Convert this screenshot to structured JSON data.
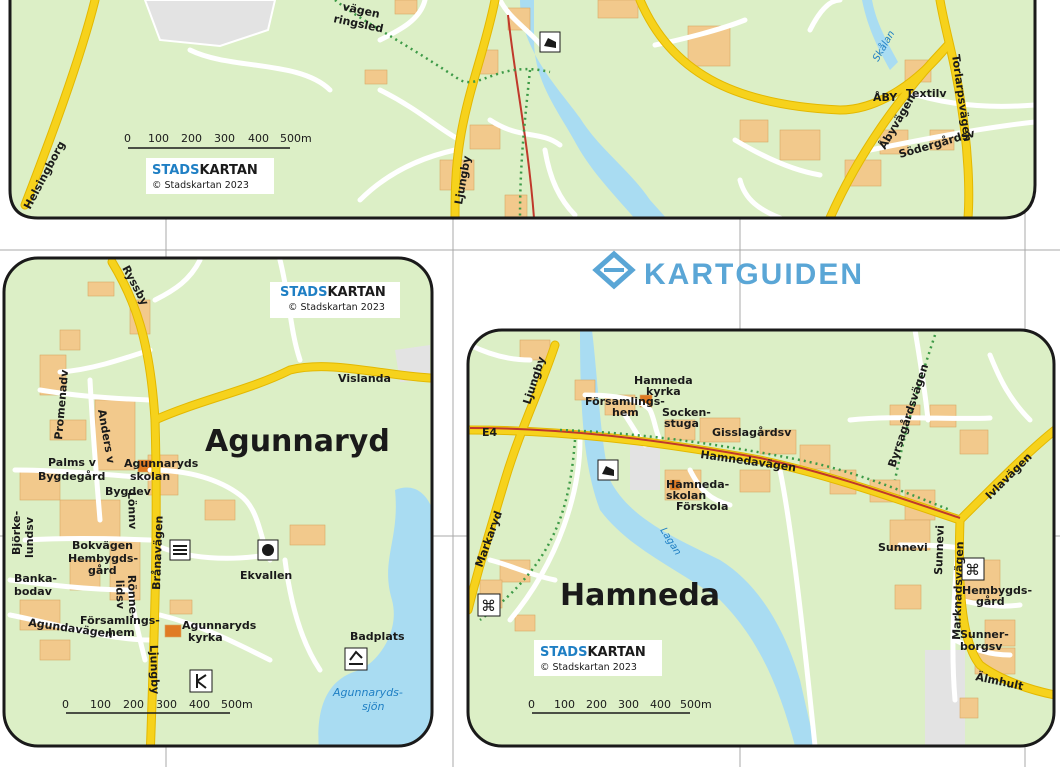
{
  "brand": {
    "name": "KARTGUIDEN",
    "color": "#5aa6d6"
  },
  "colors": {
    "land": "#dcefc6",
    "road_major": "#f6d21c",
    "road_minor": "#ffffff",
    "building": "#f2c98c",
    "water": "#a9dcf2",
    "rail": "#c0392b",
    "trail": "#3d9a47",
    "frame": "#1a1a1a"
  },
  "stadskartan": {
    "brand_a": "STADS",
    "brand_b": "KARTAN",
    "copyright": "© Stadskartan 2023"
  },
  "scalebar": {
    "ticks": [
      "0",
      "100",
      "200",
      "300",
      "400",
      "500m"
    ]
  },
  "top_map": {
    "roads": {
      "helsingborg": "Helsingborg",
      "ljungby": "Ljungby",
      "abyvagen": "Åbyvägen",
      "torlarpsvagen": "Torlarpsvägen",
      "sodergardsv": "Södergårdsv",
      "textilv": "Textilv",
      "ringsled_a": "vägen",
      "ringsled_b": "ringsled"
    },
    "places": {
      "aby": "ÅBY"
    },
    "water": {
      "skalan": "Skålan"
    }
  },
  "agunnaryd": {
    "title": "Agunnaryd",
    "roads": {
      "ryssby": "Ryssby",
      "vislanda": "Vislanda",
      "ljungby": "Ljungby",
      "branavagen": "Brånavägen",
      "agundavagen": "Agundavägen",
      "bokvagen": "Bokvägen",
      "bygdev": "Bygdev",
      "bankabodav_a": "Banka-",
      "bankabodav_b": "bodav",
      "bjorkelundsv_a": "Björke-",
      "bjorkelundsv_b": "lundsv",
      "palms": "Palms v",
      "promenadv": "Promenadv",
      "anders": "Anders v",
      "lonnv": "Lönnv",
      "ronne_a": "Rönne-",
      "ronne_b": "lidsv",
      "bygdegard": "Bygdegård"
    },
    "pois": {
      "skola_a": "Agunnaryds",
      "skola_b": "skolan",
      "hembygd_a": "Hembygds-",
      "hembygd_b": "gård",
      "ekvallen": "Ekvallen",
      "forsamling_a": "Församlings-",
      "forsamling_b": "hem",
      "kyrka_a": "Agunnaryds",
      "kyrka_b": "kyrka",
      "badplats": "Badplats"
    },
    "water": {
      "sjon_a": "Agunnaryds-",
      "sjon_b": "sjön"
    }
  },
  "hamneda": {
    "title": "Hamneda",
    "roads": {
      "e4": "E4",
      "ljungby": "Ljungby",
      "markaryd": "Markaryd",
      "gisslagardsv": "Gisslagårdsv",
      "hamnedavagen": "Hamnedavägen",
      "byrsagardsvagen": "Byrsagårdsvägen",
      "ivlavagen": "Ivlavägen",
      "sunnevi_v": "Sunnevi",
      "marknadsvagen": "Marknadsvägen",
      "almhult": "Älmhult"
    },
    "pois": {
      "kyrka_a": "Hamneda",
      "kyrka_b": "kyrka",
      "forsamling_a": "Församlings-",
      "forsamling_b": "hem",
      "sockenstuga_a": "Socken-",
      "sockenstuga_b": "stuga",
      "skola_a": "Hamneda-",
      "skola_b": "skolan",
      "forskola": "Förskola",
      "sunnevi": "Sunnevi",
      "hembygd_a": "Hembygds-",
      "hembygd_b": "gård",
      "sunnerborg_a": "Sunner-",
      "sunnerborg_b": "borgsv"
    },
    "water": {
      "lagan": "Lagan"
    }
  }
}
